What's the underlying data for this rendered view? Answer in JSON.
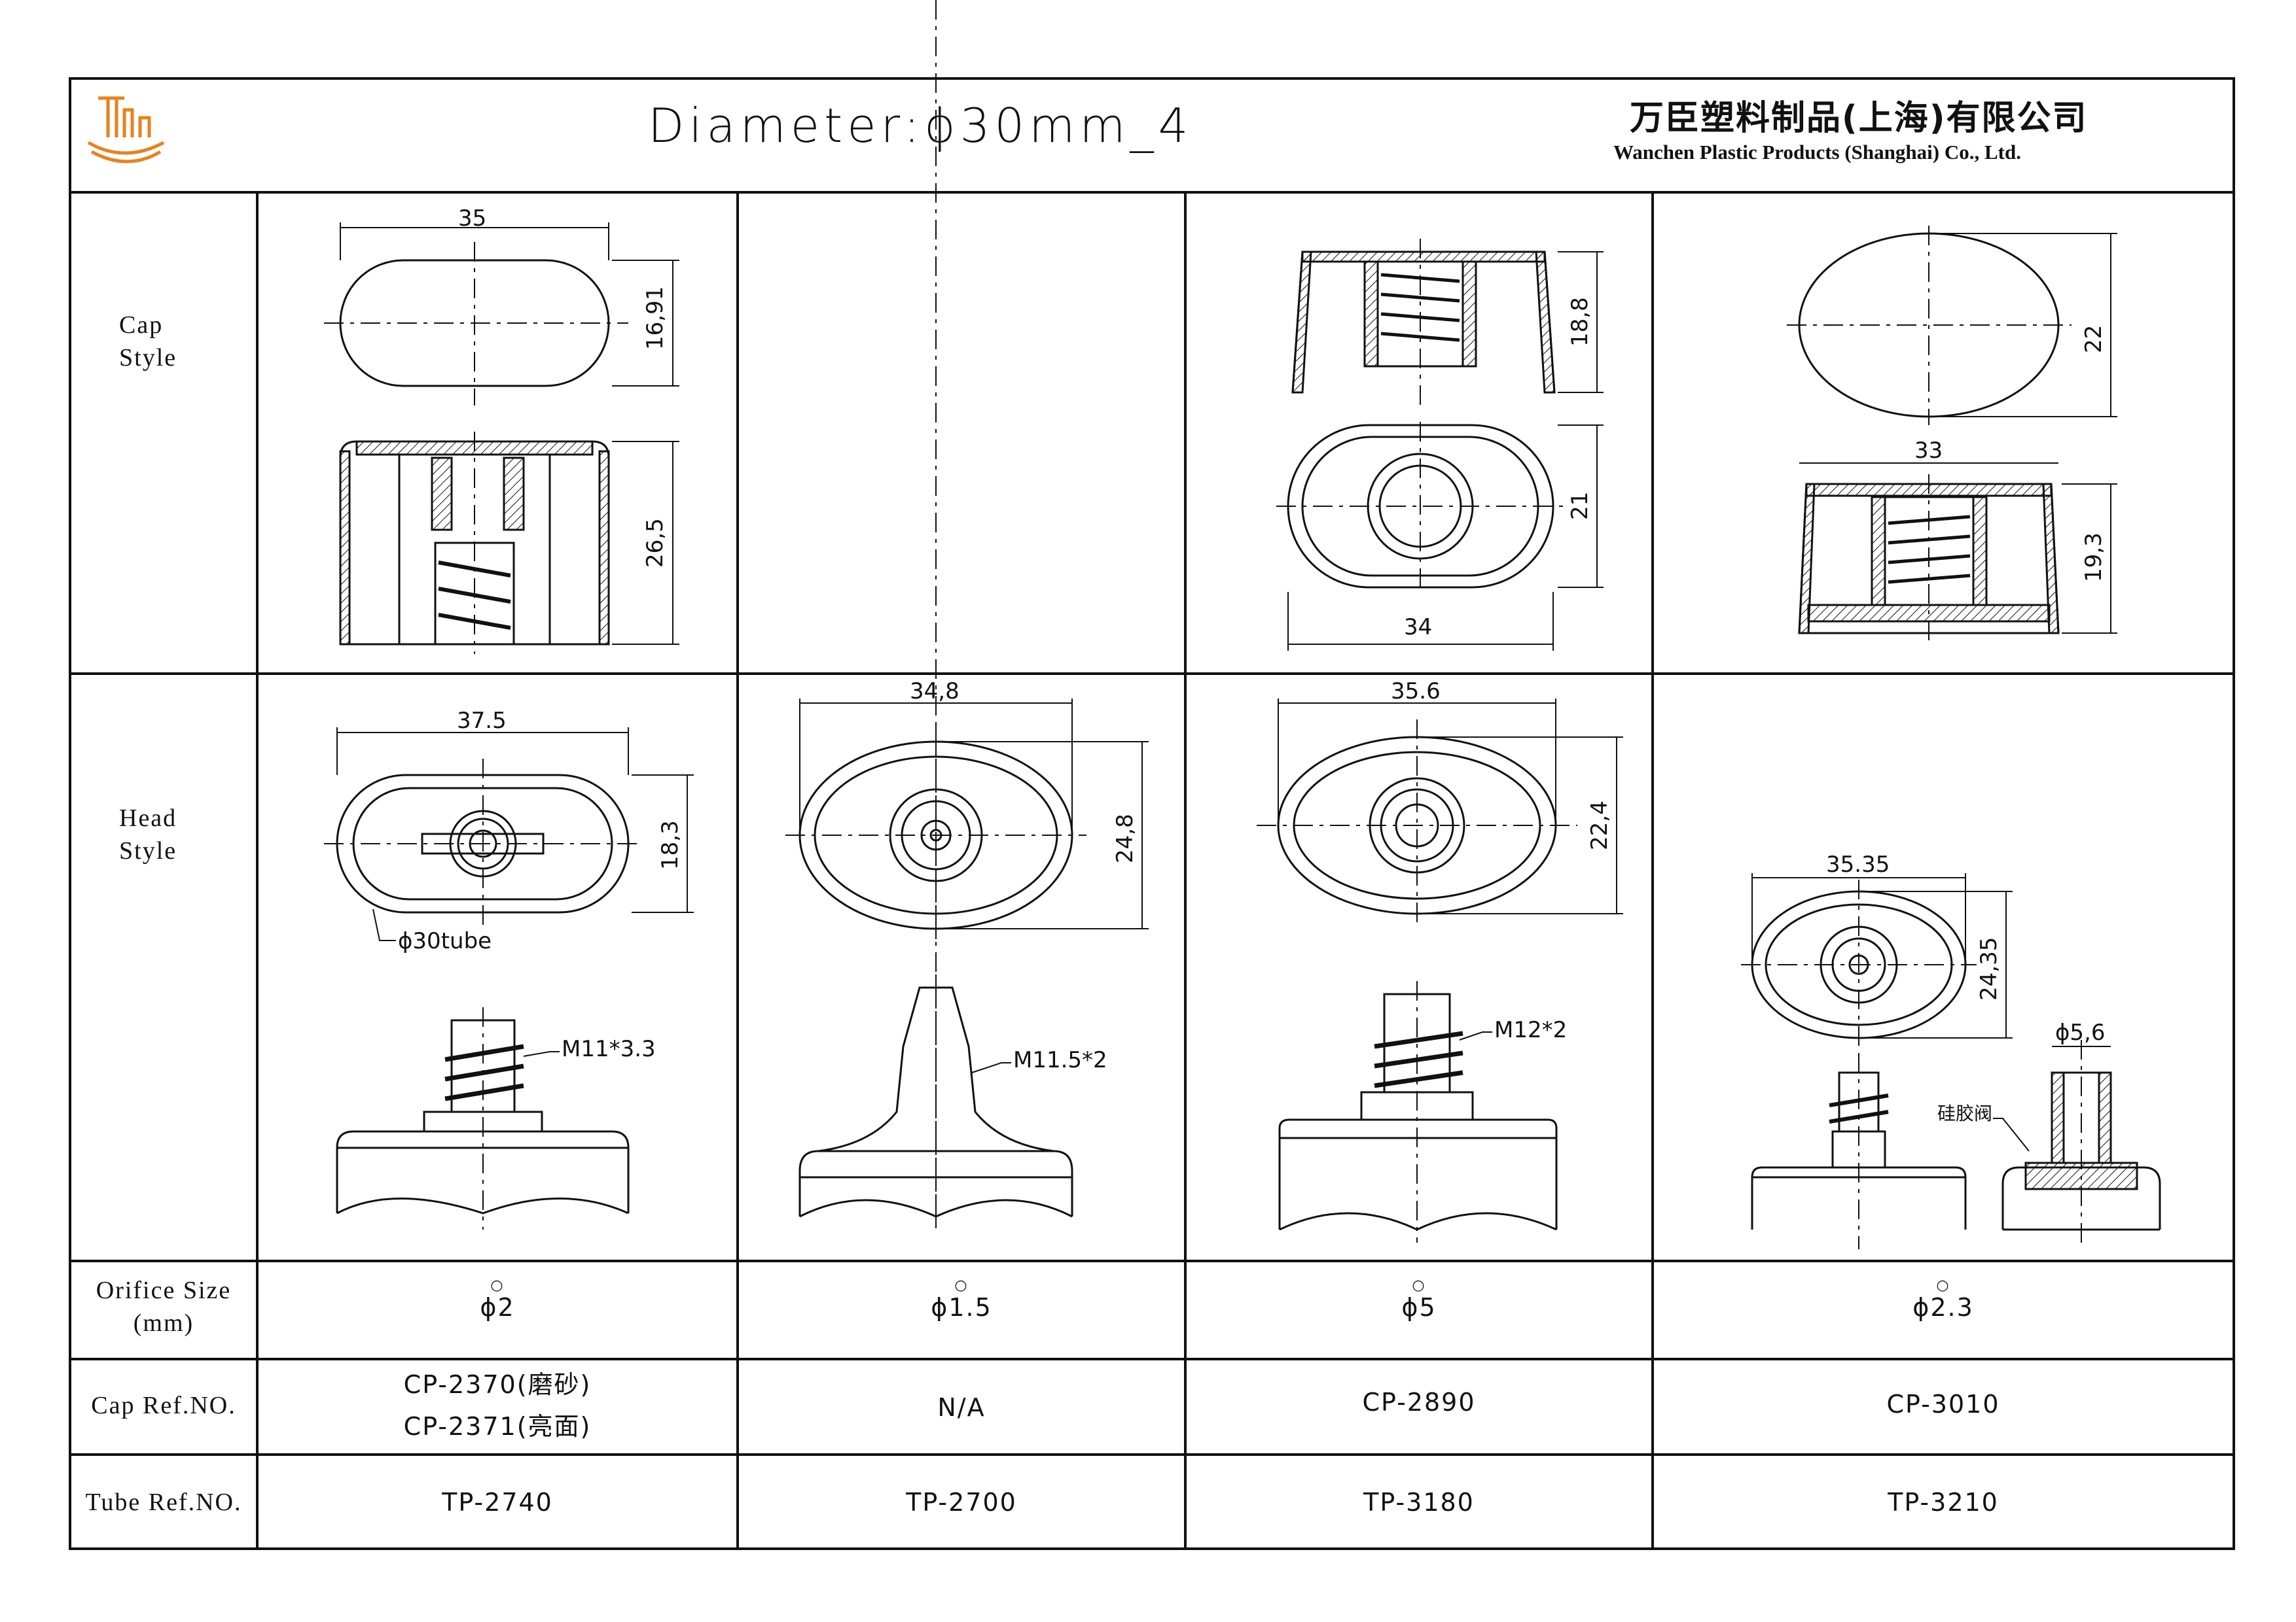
{
  "header": {
    "title": "Diameter:ϕ30mm_4",
    "company_cn": "万臣塑料制品(上海)有限公司",
    "company_en": "Wanchen Plastic Products (Shanghai) Co., Ltd."
  },
  "rows": {
    "cap_style": [
      "Cap",
      "Style"
    ],
    "head_style": [
      "Head",
      "Style"
    ],
    "orifice": [
      "Orifice Size",
      "(mm)"
    ],
    "cap_ref": "Cap Ref.NO.",
    "tube_ref": "Tube Ref.NO."
  },
  "orifice_sizes": [
    "ϕ2",
    "ϕ1.5",
    "ϕ5",
    "ϕ2.3"
  ],
  "cap_refs": {
    "col1": [
      "CP-2370(磨砂)",
      "CP-2371(亮面)"
    ],
    "col2": "N/A",
    "col3": "CP-2890",
    "col4": "CP-3010"
  },
  "tube_refs": [
    "TP-2740",
    "TP-2700",
    "TP-3180",
    "TP-3210"
  ],
  "dimensions": {
    "cap1_width": "35",
    "cap1_height": "16,91",
    "cap1_side": "26,5",
    "cap3_height": "18,8",
    "cap3_top": "21",
    "cap3_width": "34",
    "cap4_height": "22",
    "cap4_width": "33",
    "cap4_side": "19,3",
    "head1_width": "37.5",
    "head1_height": "18,3",
    "head1_tube": "ϕ30tube",
    "head1_thread": "M11*3.3",
    "head2_width": "34,8",
    "head2_height": "24,8",
    "head2_thread": "M11.5*2",
    "head3_width": "35.6",
    "head3_height": "22,4",
    "head3_thread": "M12*2",
    "head4_width": "35.35",
    "head4_height": "24,35",
    "head4_nozzle": "ϕ5,6",
    "head4_valve": "硅胶阀"
  },
  "colors": {
    "line": "#111111",
    "logo_orange": "#e8821e"
  }
}
